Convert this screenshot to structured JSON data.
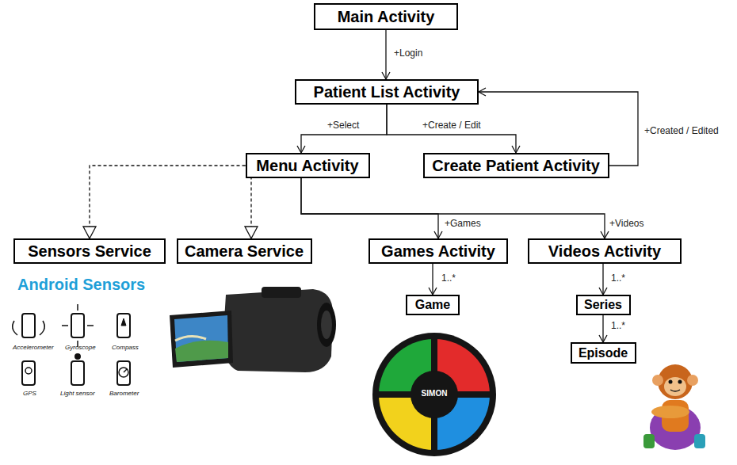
{
  "diagram": {
    "nodes": [
      {
        "text": [
          "Main Activity"
        ]
      },
      {
        "text": [
          "Patient List Activity"
        ]
      },
      {
        "text": [
          "Menu Activity"
        ]
      },
      {
        "text": [
          "Create Patient Activity"
        ]
      },
      {
        "text": [
          "Sensors Service"
        ]
      },
      {
        "text": [
          "Camera Service"
        ]
      },
      {
        "text": [
          "Games Activity"
        ]
      },
      {
        "text": [
          "Videos Activity"
        ]
      },
      {
        "text": [
          "Game"
        ]
      },
      {
        "text": [
          "Series"
        ]
      },
      {
        "text": [
          "Episode"
        ]
      }
    ],
    "edges": [
      {
        "from": 0,
        "to": 1,
        "label": "+Login",
        "arrow": "to"
      },
      {
        "from": 1,
        "to": 2,
        "label": "+Select",
        "arrow": "to"
      },
      {
        "from": 1,
        "to": 3,
        "label": "+Create / Edit",
        "arrow": "to"
      },
      {
        "from": 3,
        "to": 1,
        "label": "+Created / Edited",
        "arrow": "to"
      },
      {
        "from": 2,
        "to": 4,
        "arrow": "to"
      },
      {
        "from": 2,
        "to": 5,
        "arrow": "to"
      },
      {
        "from": 2,
        "to": 6,
        "label": "+Games",
        "arrow": "to"
      },
      {
        "from": 2,
        "to": 7,
        "label": "+Videos",
        "arrow": "to"
      },
      {
        "from": 6,
        "to": 8,
        "label": "1..*",
        "arrow": "to"
      },
      {
        "from": 7,
        "to": 9,
        "label": "1..*",
        "arrow": "to"
      },
      {
        "from": 9,
        "to": 10,
        "label": "1..*",
        "arrow": "to"
      }
    ],
    "labels": [
      "Android Sensors",
      "Accelerometer",
      "Gyroscope",
      "Compass",
      "GPS",
      "Light sensor",
      "Barometer",
      "SIMON"
    ]
  }
}
